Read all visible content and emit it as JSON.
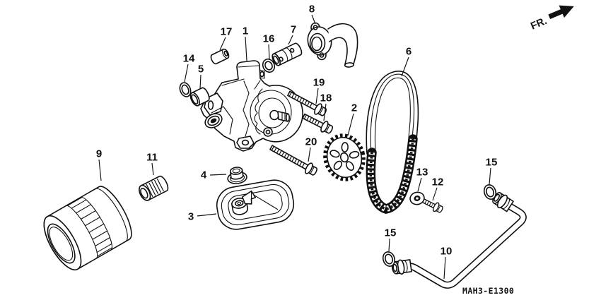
{
  "meta": {
    "diagram_code": "MAH3-E1300",
    "direction_label": "FR.",
    "figure_description": "oil pump / oil filter exploded parts diagram",
    "line_color": "#111111",
    "background_color": "#ffffff"
  },
  "callouts": [
    "17",
    "1",
    "16",
    "7",
    "8",
    "14",
    "5",
    "6",
    "19",
    "18",
    "2",
    "20",
    "9",
    "11",
    "4",
    "3",
    "13",
    "12",
    "15",
    "15",
    "10"
  ]
}
